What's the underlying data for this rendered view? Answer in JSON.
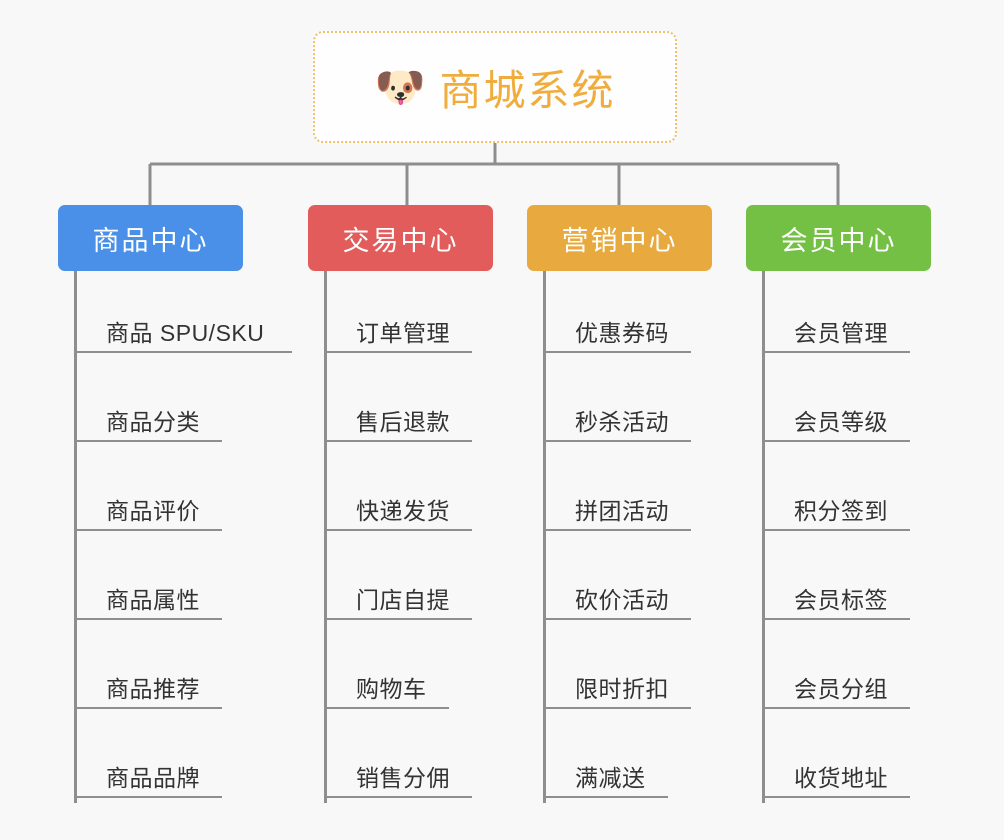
{
  "diagram": {
    "type": "mind-map",
    "background_color": "#f8f8f8",
    "root": {
      "title": "商城系统",
      "icon": "dog-face-icon",
      "emoji": "🐶",
      "text_color": "#f0ad3e",
      "border_color": "#f0c06a",
      "fill_color": "#fefefe"
    },
    "connector_color": "#8e8e8e",
    "branches": [
      {
        "id": "product-center",
        "label": "商品中心",
        "color": "#4a90e8",
        "leaves": [
          {
            "label": "商品 SPU/SKU"
          },
          {
            "label": "商品分类"
          },
          {
            "label": "商品评价"
          },
          {
            "label": "商品属性"
          },
          {
            "label": "商品推荐"
          },
          {
            "label": "商品品牌"
          }
        ]
      },
      {
        "id": "trade-center",
        "label": "交易中心",
        "color": "#e25c5c",
        "leaves": [
          {
            "label": "订单管理"
          },
          {
            "label": "售后退款"
          },
          {
            "label": "快递发货"
          },
          {
            "label": "门店自提"
          },
          {
            "label": "购物车"
          },
          {
            "label": "销售分佣"
          }
        ]
      },
      {
        "id": "marketing-center",
        "label": "营销中心",
        "color": "#e8aa3e",
        "leaves": [
          {
            "label": "优惠券码"
          },
          {
            "label": "秒杀活动"
          },
          {
            "label": "拼团活动"
          },
          {
            "label": "砍价活动"
          },
          {
            "label": "限时折扣"
          },
          {
            "label": "满减送"
          }
        ]
      },
      {
        "id": "member-center",
        "label": "会员中心",
        "color": "#74c045",
        "leaves": [
          {
            "label": "会员管理"
          },
          {
            "label": "会员等级"
          },
          {
            "label": "积分签到"
          },
          {
            "label": "会员标签"
          },
          {
            "label": "会员分组"
          },
          {
            "label": "收货地址"
          }
        ]
      }
    ]
  }
}
